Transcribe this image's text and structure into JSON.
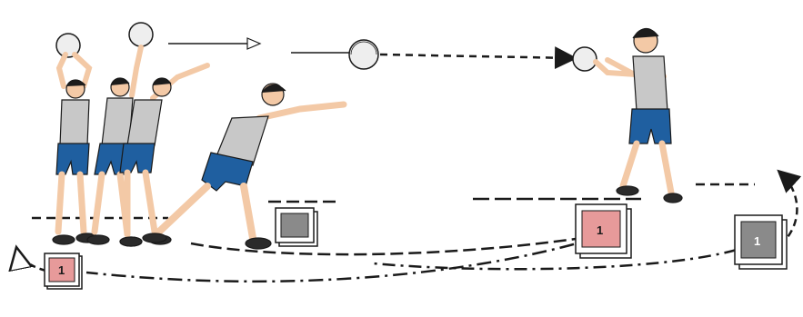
{
  "colors": {
    "background": "#ffffff",
    "ink": "#1a1a1a",
    "skin": "#f3c9a6",
    "hair": "#1c1c1c",
    "shirt": "#c8c8c8",
    "shorts": "#1f5fa0",
    "shorts_dark": "#17457a",
    "shoe": "#2a2a2a",
    "ball": "#eeeeee",
    "marker_pink": "#e79a9a",
    "marker_gray": "#8a8a8a",
    "marker_frame": "#ffffff"
  },
  "markers": [
    {
      "number": "1",
      "color": "marker_pink"
    },
    {
      "number": "",
      "color": "marker_gray"
    },
    {
      "number": "1",
      "color": "marker_pink"
    },
    {
      "number": "1",
      "color": "marker_gray"
    }
  ],
  "icons": [
    "ball-icon",
    "direction-arrow-icon",
    "start-arrow-icon",
    "return-arrow-icon"
  ]
}
